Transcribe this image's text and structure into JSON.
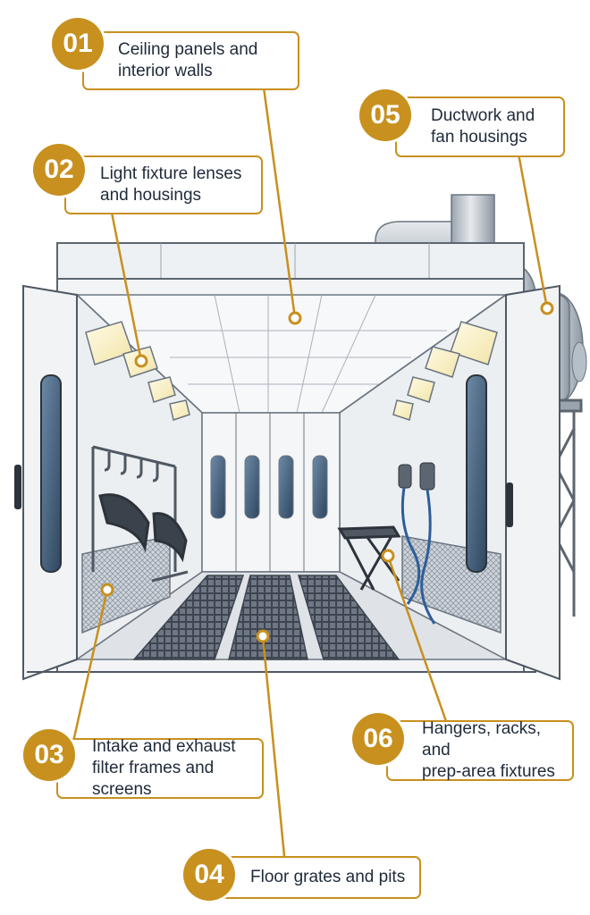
{
  "accent_color": "#c8901e",
  "callouts": [
    {
      "number": "01",
      "label": "Ceiling panels and\ninterior walls"
    },
    {
      "number": "02",
      "label": "Light fixture lenses\nand housings"
    },
    {
      "number": "03",
      "label": "Intake and exhaust\nfilter frames and screens"
    },
    {
      "number": "04",
      "label": "Floor grates and pits"
    },
    {
      "number": "05",
      "label": "Ductwork and\nfan housings"
    },
    {
      "number": "06",
      "label": "Hangers, racks, and\nprep-area fixtures"
    }
  ]
}
